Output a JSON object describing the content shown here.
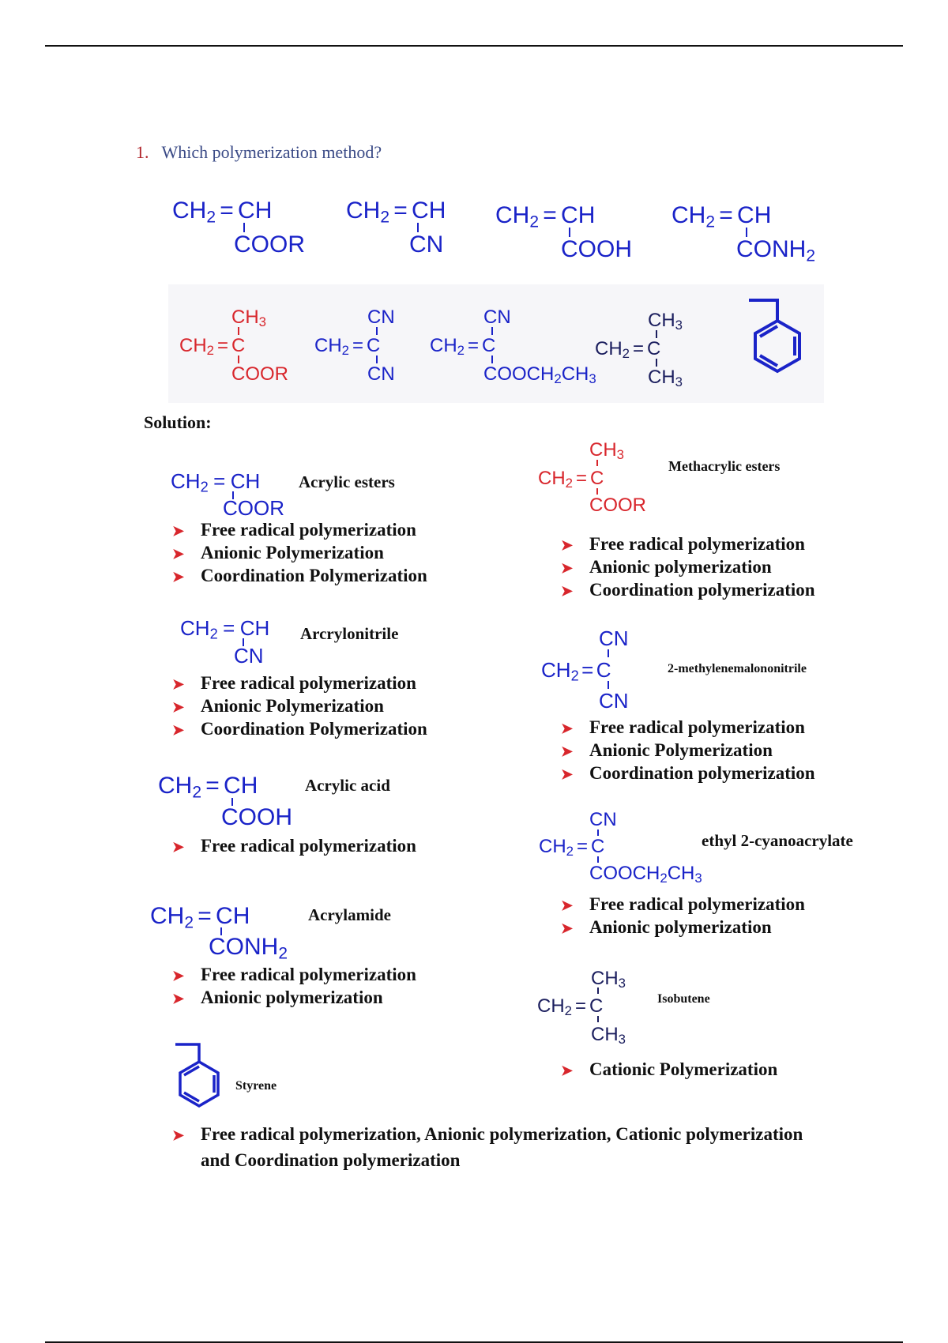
{
  "question": {
    "number": "1.",
    "text": "Which polymerization method?"
  },
  "solution_label": "Solution:",
  "formula_parts": {
    "ch2": "CH",
    "ch": "CH",
    "c": "C",
    "two": "2",
    "three": "3",
    "coor": "COOR",
    "cn": "CN",
    "cooh": "COOH",
    "conh": "CONH",
    "ch3": "CH",
    "cooch2ch3_a": "COOCH",
    "cooch2ch3_b": "CH"
  },
  "monomers": {
    "acrylic_esters": {
      "name": "Acrylic esters",
      "methods": [
        "Free radical polymerization",
        "Anionic Polymerization",
        "Coordination Polymerization"
      ]
    },
    "methacrylic_esters": {
      "name": "Methacrylic esters",
      "methods": [
        "Free radical polymerization",
        "Anionic polymerization",
        "Coordination polymerization"
      ]
    },
    "acrylonitrile": {
      "name": "Arcrylonitrile",
      "methods": [
        "Free radical polymerization",
        "Anionic Polymerization",
        "Coordination Polymerization"
      ]
    },
    "methylenemalononitrile": {
      "name": "2-methylenemalononitrile",
      "methods": [
        "Free radical polymerization",
        "Anionic Polymerization",
        "Coordination polymerization"
      ]
    },
    "acrylic_acid": {
      "name": "Acrylic acid",
      "methods": [
        "Free radical polymerization"
      ]
    },
    "ethyl_cyanoacrylate": {
      "name": "ethyl 2-cyanoacrylate",
      "methods": [
        "Free radical polymerization",
        "Anionic polymerization"
      ]
    },
    "acrylamide": {
      "name": "Acrylamide",
      "methods": [
        "Free radical polymerization",
        "Anionic polymerization"
      ]
    },
    "isobutene": {
      "name": "Isobutene",
      "methods": [
        "Cationic Polymerization"
      ]
    },
    "styrene": {
      "name": "Styrene",
      "methods_line1": "Free radical polymerization, Anionic polymerization, Cationic polymerization",
      "methods_line2": "and Coordination polymerization"
    }
  },
  "colors": {
    "blue": "#1a23c8",
    "red": "#d8262c",
    "navy": "#1b1e5e",
    "arrow": "#d8262c"
  }
}
